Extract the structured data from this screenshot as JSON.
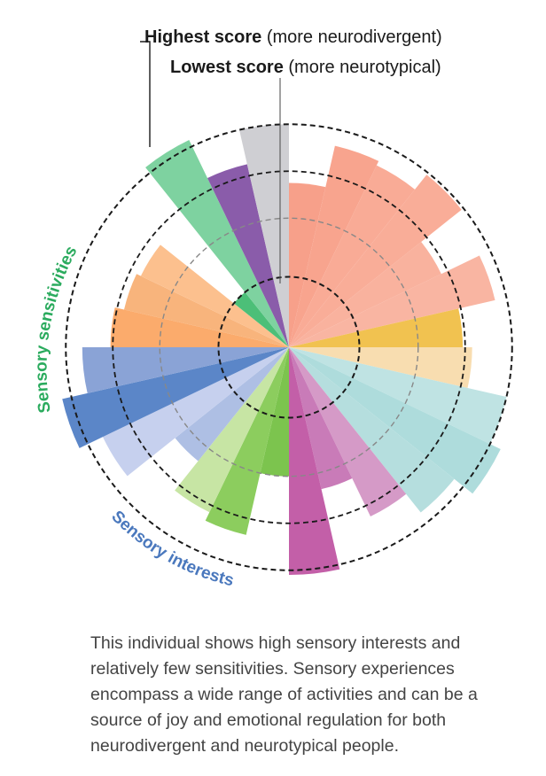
{
  "legend": {
    "highest_bold": "Highest score",
    "highest_note": "(more neurodivergent)",
    "lowest_bold": "Lowest score",
    "lowest_note": "(more neurotypical)"
  },
  "group_labels": {
    "sensitivities": "Sensory sensitivities",
    "interests": "Sensory interests"
  },
  "colors": {
    "sensitivities_label": "#2bab5e",
    "interests_label": "#4a78bd",
    "ring": "#1a1a1a",
    "inner_ring": "#888888"
  },
  "caption": "This individual shows high sensory interests and relatively few sensitivities. Sensory experiences encompass a wide range of activities and can be a source of joy and emotional regulation for both neurodivergent and neurotypical people.",
  "chart_data": {
    "type": "polar-bar",
    "segments": 28,
    "start_angle_deg": 0,
    "scale": {
      "min": 0,
      "max": 1,
      "rings": [
        0.3,
        0.55,
        0.75,
        0.95
      ]
    },
    "values": [
      {
        "color": "#f7a08a",
        "value": 0.7
      },
      {
        "color": "#f8a48e",
        "value": 0.88
      },
      {
        "color": "#f9ab96",
        "value": 0.86
      },
      {
        "color": "#f9ad98",
        "value": 0.94
      },
      {
        "color": "#f9b29e",
        "value": 0.72
      },
      {
        "color": "#f9b5a2",
        "value": 0.9
      },
      {
        "color": "#f1c250",
        "value": 0.74
      },
      {
        "color": "#f8ddb0",
        "value": 0.78
      },
      {
        "color": "#bfe3e3",
        "value": 0.95
      },
      {
        "color": "#aedcdc",
        "value": 1.0
      },
      {
        "color": "#b5dede",
        "value": 0.9
      },
      {
        "color": "#d59ac7",
        "value": 0.8
      },
      {
        "color": "#c97bb8",
        "value": 0.62
      },
      {
        "color": "#c35fa8",
        "value": 0.97
      },
      {
        "color": "#7cc44e",
        "value": 0.55
      },
      {
        "color": "#8ccd5e",
        "value": 0.82
      },
      {
        "color": "#c7e5a4",
        "value": 0.78
      },
      {
        "color": "#aebfe4",
        "value": 0.62
      },
      {
        "color": "#c6d0ee",
        "value": 0.88
      },
      {
        "color": "#5b86c8",
        "value": 0.99
      },
      {
        "color": "#8aa3d6",
        "value": 0.88
      },
      {
        "color": "#fbab6c",
        "value": 0.76
      },
      {
        "color": "#f8b47c",
        "value": 0.72
      },
      {
        "color": "#fcc08e",
        "value": 0.7
      },
      {
        "color": "#4cbf78",
        "value": 0.3
      },
      {
        "color": "#7ed2a0",
        "value": 0.98
      },
      {
        "color": "#8a5caa",
        "value": 0.8
      },
      {
        "color": "#cfcfd3",
        "value": 0.95
      }
    ]
  }
}
